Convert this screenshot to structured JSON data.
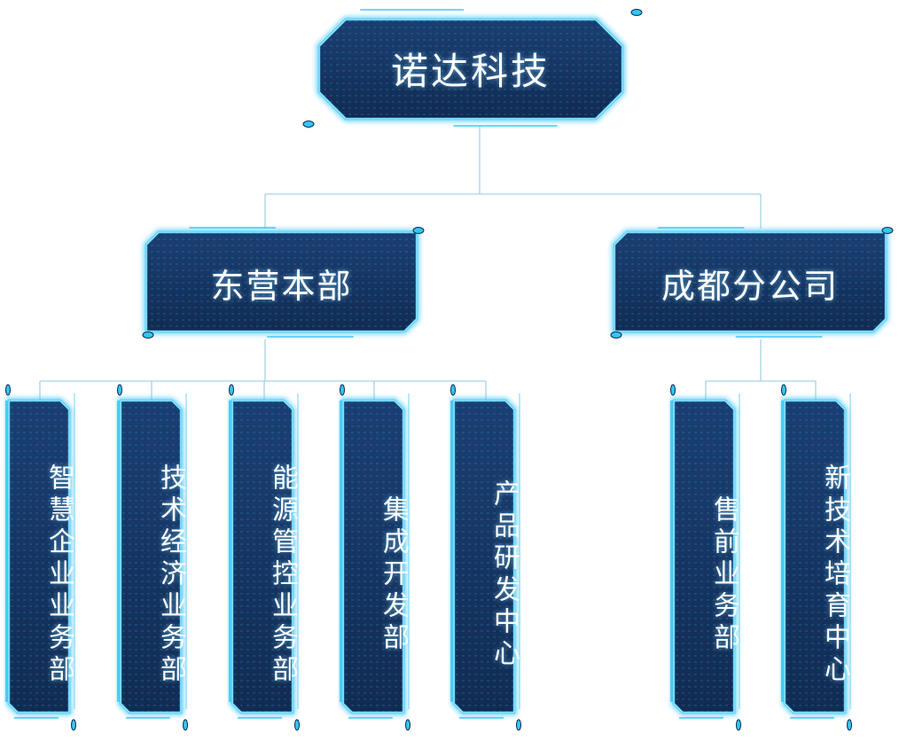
{
  "colors": {
    "node_fill": "#1b3f73",
    "node_fill_dark": "#112b52",
    "glow": "#34c4f5",
    "frame_highlight": "#dff6ff",
    "connector": "#a6d3e4",
    "text": "#ffffff"
  },
  "org": {
    "root": {
      "label": "诺达科技"
    },
    "branches": [
      {
        "label": "东营本部",
        "departments": [
          {
            "label": "智慧企业业务部"
          },
          {
            "label": "技术经济业务部"
          },
          {
            "label": "能源管控业务部"
          },
          {
            "label": "集成开发部"
          },
          {
            "label": "产品研发中心"
          }
        ]
      },
      {
        "label": "成都分公司",
        "departments": [
          {
            "label": "售前业务部"
          },
          {
            "label": "新技术培育中心"
          }
        ]
      }
    ]
  }
}
